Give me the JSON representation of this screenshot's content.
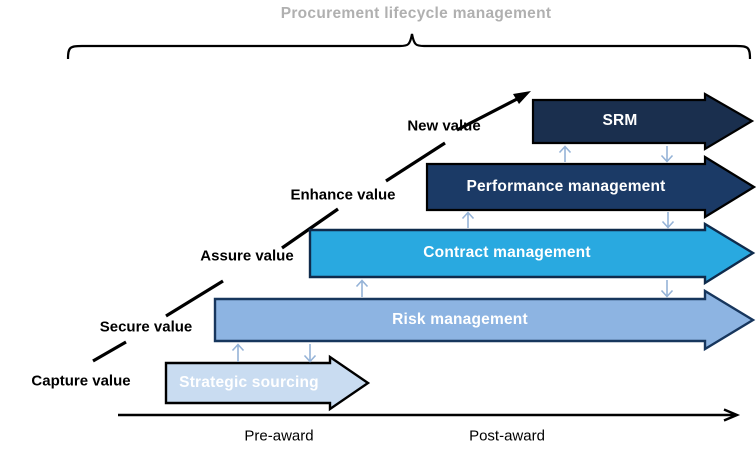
{
  "title": "Procurement lifecycle management",
  "colors": {
    "title_gray": "#B0B0B0",
    "srm_fill": "#1A2F4E",
    "performance_fill": "#1B3A66",
    "contract_fill": "#29A9E0",
    "risk_fill": "#8DB4E2",
    "sourcing_fill": "#C9DCF1",
    "connector_blue": "#95B3D7"
  },
  "value_ladder": {
    "labels": [
      {
        "label": "Capture value"
      },
      {
        "label": "Secure value"
      },
      {
        "label": "Assure value"
      },
      {
        "label": "Enhance value"
      },
      {
        "label": "New value"
      }
    ]
  },
  "arrows": [
    {
      "label": "Strategic sourcing"
    },
    {
      "label": "Risk management"
    },
    {
      "label": "Contract management"
    },
    {
      "label": "Performance management"
    },
    {
      "label": "SRM"
    }
  ],
  "axis": {
    "pre_label": "Pre-award",
    "post_label": "Post-award"
  }
}
